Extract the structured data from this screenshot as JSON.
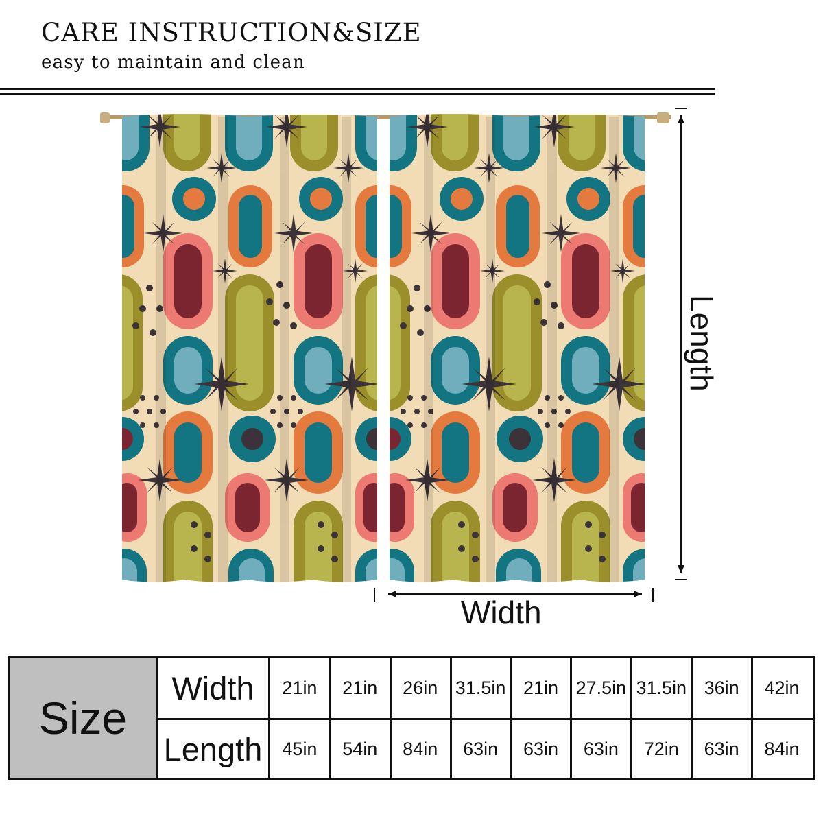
{
  "header": {
    "title": "CARE INSTRUCTION&SIZE",
    "subtitle": "easy to maintain and clean"
  },
  "dimension_labels": {
    "width": "Width",
    "length": "Length"
  },
  "colors": {
    "background": "#ffffff",
    "curtain_base": "#f2dcb5",
    "teal": "#137582",
    "light_blue": "#70aebd",
    "orange": "#e57a3e",
    "coral": "#ec7a72",
    "maroon": "#7a2530",
    "olive": "#9a8f2a",
    "lime": "#b9b54e",
    "star": "#3b3338",
    "table_header_fill": "#bfbfbf"
  },
  "size_table": {
    "header": "Size",
    "row_labels": [
      "Width",
      "Length"
    ],
    "widths": [
      "21in",
      "21in",
      "26in",
      "31.5in",
      "21in",
      "27.5in",
      "31.5in",
      "36in",
      "42in"
    ],
    "lengths": [
      "45in",
      "54in",
      "84in",
      "63in",
      "63in",
      "63in",
      "72in",
      "63in",
      "84in"
    ]
  }
}
